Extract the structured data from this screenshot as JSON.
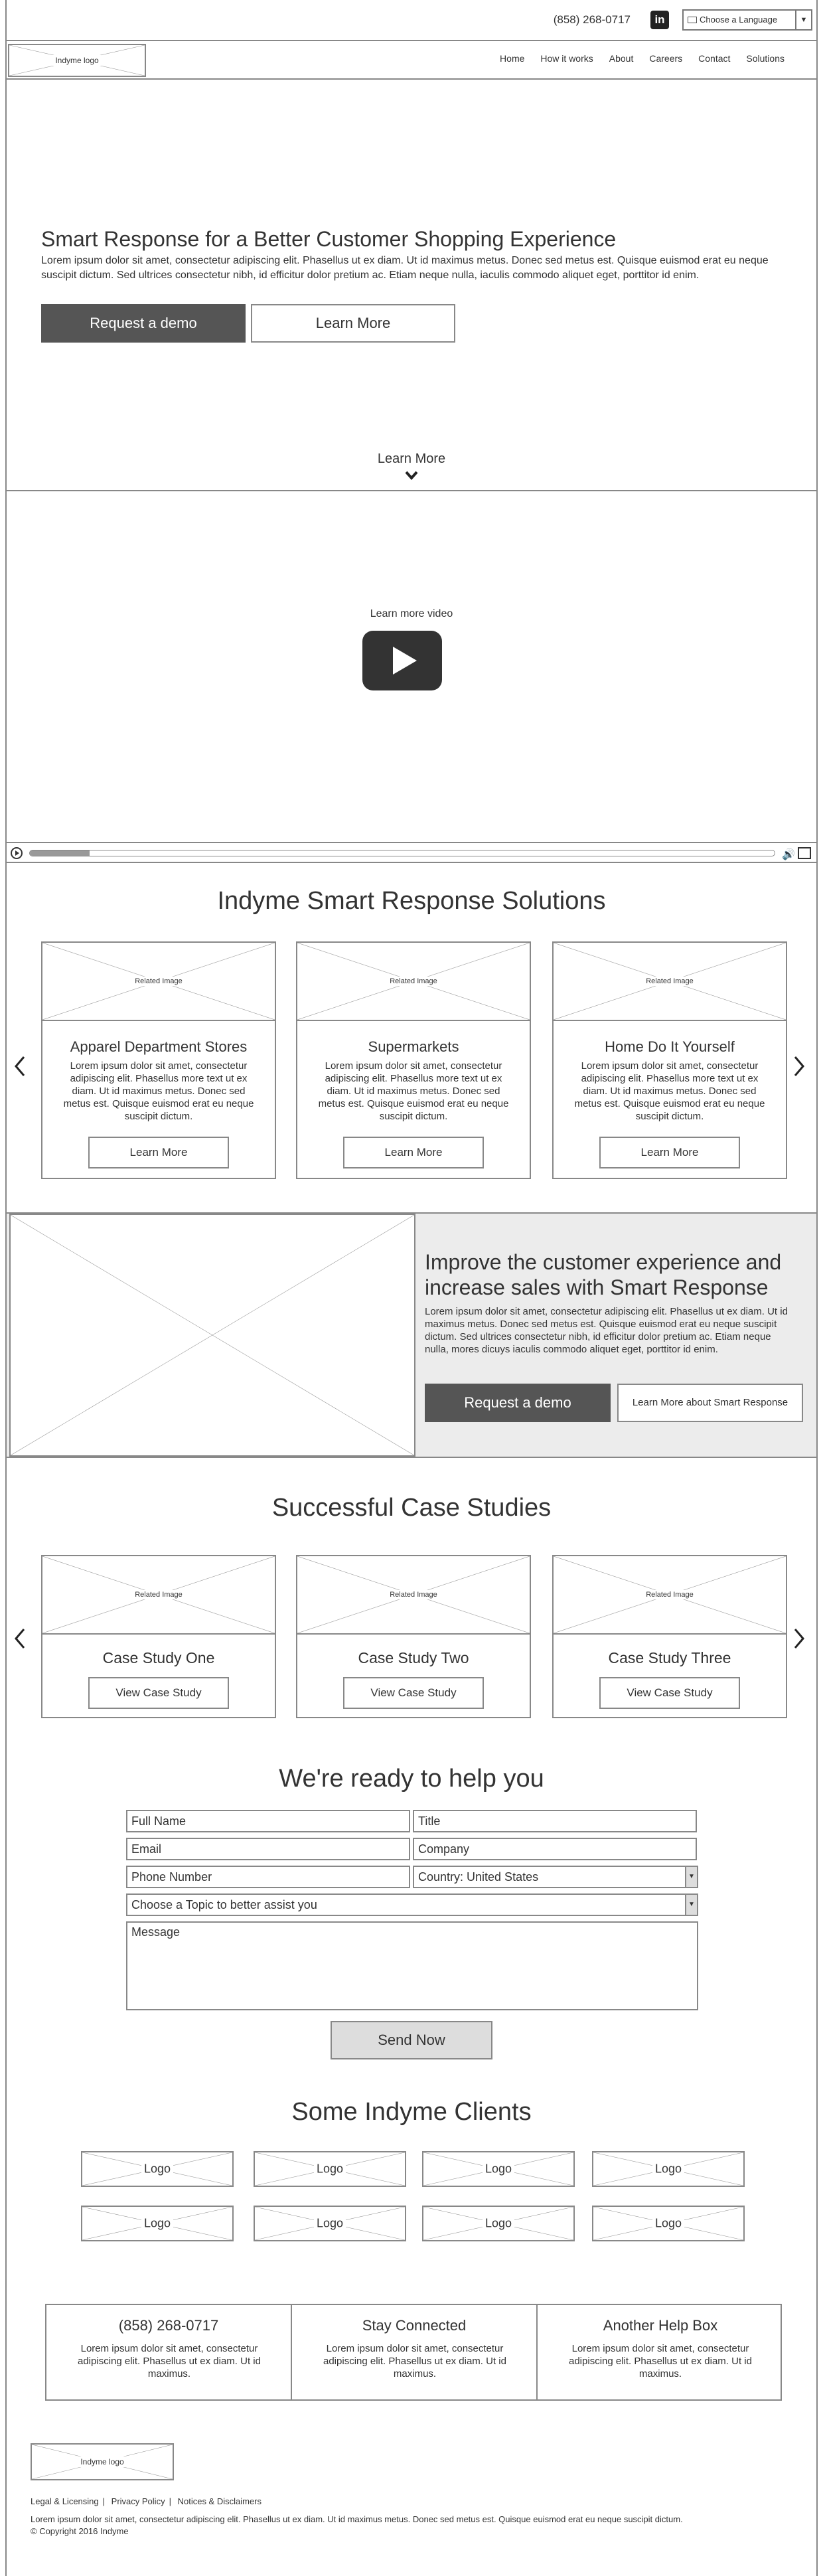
{
  "topbar": {
    "phone": "(858) 268-0717",
    "linkedin_icon": "linkedin-icon",
    "language": "Choose a Language"
  },
  "nav": {
    "logo": "Indyme logo",
    "links": [
      "Home",
      "How it works",
      "About",
      "Careers",
      "Contact",
      "Solutions"
    ]
  },
  "hero": {
    "title": "Smart Response for a Better Customer Shopping Experience",
    "body": "Lorem ipsum dolor sit amet, consectetur adipiscing elit. Phasellus ut ex diam. Ut id maximus metus. Donec sed metus est. Quisque euismod erat eu neque suscipit dictum. Sed ultrices consectetur nibh, id efficitur dolor pretium ac. Etiam neque nulla, iaculis commodo aliquet eget, porttitor id enim.",
    "primary_button": "Request a demo",
    "secondary_button": "Learn More",
    "scroll_label": "Learn More"
  },
  "video": {
    "label": "Learn more video",
    "progress": 0.08
  },
  "solutions": {
    "title": "Indyme Smart Response Solutions",
    "image_label": "Related Image",
    "cards": [
      {
        "title": "Apparel Department Stores",
        "body": "Lorem ipsum dolor sit amet, consectetur adipiscing elit. Phasellus more text ut ex diam. Ut id maximus metus. Donec sed metus est. Quisque euismod erat eu neque suscipit dictum.",
        "button": "Learn More"
      },
      {
        "title": "Supermarkets",
        "body": "Lorem ipsum dolor sit amet, consectetur adipiscing elit. Phasellus more text ut ex diam. Ut id maximus metus. Donec sed metus est. Quisque euismod erat eu neque suscipit dictum.",
        "button": "Learn More"
      },
      {
        "title": "Home Do It Yourself",
        "body": "Lorem ipsum dolor sit amet, consectetur adipiscing elit. Phasellus more text ut ex diam. Ut id maximus metus. Donec sed metus est. Quisque euismod erat eu neque suscipit dictum.",
        "button": "Learn More"
      }
    ]
  },
  "improve": {
    "title": "Improve the customer experience and increase sales with Smart Response",
    "body": "Lorem ipsum dolor sit amet, consectetur adipiscing elit. Phasellus ut ex diam. Ut id maximus metus. Donec sed metus est. Quisque euismod erat eu neque suscipit dictum. Sed ultrices consectetur nibh, id efficitur dolor pretium ac. Etiam neque nulla, mores dicuys iaculis commodo aliquet eget, porttitor id enim.",
    "primary_button": "Request a demo",
    "secondary_button": "Learn More about Smart Response"
  },
  "case_studies": {
    "title": "Successful Case Studies",
    "image_label": "Related Image",
    "cards": [
      {
        "title": "Case Study One",
        "button": "View Case Study"
      },
      {
        "title": "Case Study Two",
        "button": "View Case Study"
      },
      {
        "title": "Case Study Three",
        "button": "View Case Study"
      }
    ]
  },
  "form": {
    "title": "We're ready to help you",
    "full_name": "Full Name",
    "title_field": "Title",
    "email": "Email",
    "company": "Company",
    "phone": "Phone Number",
    "country": "Country: United States",
    "topic": "Choose a Topic to better assist you",
    "message": "Message",
    "send": "Send Now"
  },
  "clients": {
    "title": "Some Indyme Clients",
    "logo_label": "Logo"
  },
  "help": [
    {
      "title": "(858) 268-0717",
      "body": "Lorem ipsum dolor sit amet, consectetur adipiscing elit. Phasellus ut ex diam. Ut id maximus."
    },
    {
      "title": "Stay Connected",
      "body": "Lorem ipsum dolor sit amet, consectetur adipiscing elit. Phasellus ut ex diam. Ut id maximus."
    },
    {
      "title": "Another Help Box",
      "body": "Lorem ipsum dolor sit amet, consectetur adipiscing elit. Phasellus ut ex diam. Ut id maximus."
    }
  ],
  "footer": {
    "logo": "Indyme logo",
    "links": [
      "Legal & Licensing",
      "Privacy Policy",
      "Notices & Disclaimers"
    ],
    "text": "Lorem ipsum dolor sit amet, consectetur adipiscing elit. Phasellus ut ex diam. Ut id maximus metus. Donec sed metus est. Quisque euismod erat eu neque suscipit dictum.",
    "copyright": "© Copyright 2016 Indyme"
  }
}
